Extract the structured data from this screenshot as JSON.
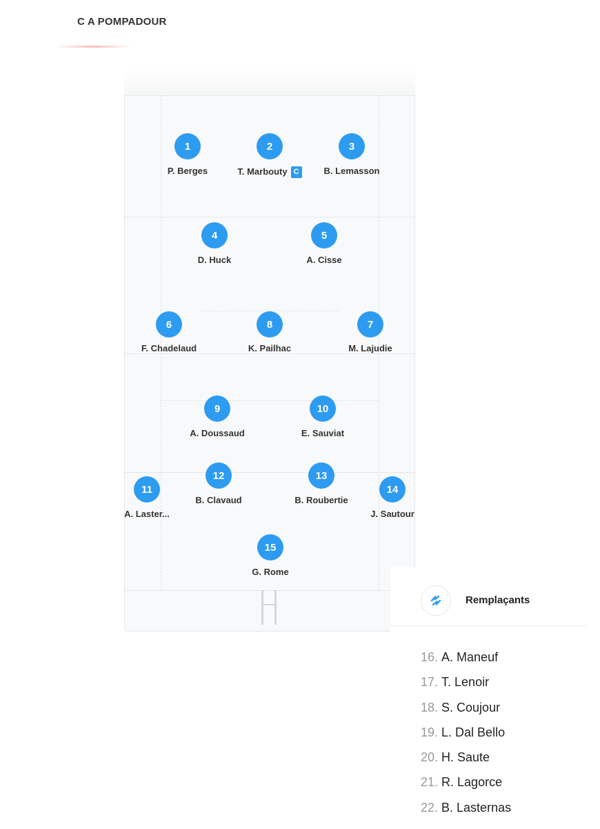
{
  "team": {
    "name": "C A POMPADOUR"
  },
  "colors": {
    "accent": "#2d9bf0",
    "text": "#333333"
  },
  "captain_badge": "C",
  "players": [
    {
      "number": "1",
      "name": "P. Berges"
    },
    {
      "number": "2",
      "name": "T. Marbouty",
      "captain": true
    },
    {
      "number": "3",
      "name": "B. Lemasson"
    },
    {
      "number": "4",
      "name": "D. Huck"
    },
    {
      "number": "5",
      "name": "A. Cisse"
    },
    {
      "number": "6",
      "name": "F. Chadelaud"
    },
    {
      "number": "7",
      "name": "M. Lajudie"
    },
    {
      "number": "8",
      "name": "K. Pailhac"
    },
    {
      "number": "9",
      "name": "A. Doussaud"
    },
    {
      "number": "10",
      "name": "E. Sauviat"
    },
    {
      "number": "11",
      "name": "A. Laster..."
    },
    {
      "number": "12",
      "name": "B. Clavaud"
    },
    {
      "number": "13",
      "name": "B. Roubertie"
    },
    {
      "number": "14",
      "name": "J. Sautour"
    },
    {
      "number": "15",
      "name": "G. Rome"
    }
  ],
  "substitutes": {
    "title": "Remplaçants",
    "icon": "substitution-arrows-icon",
    "items": [
      {
        "number": "16.",
        "name": "A. Maneuf"
      },
      {
        "number": "17.",
        "name": "T. Lenoir"
      },
      {
        "number": "18.",
        "name": "S. Coujour"
      },
      {
        "number": "19.",
        "name": "L. Dal Bello"
      },
      {
        "number": "20.",
        "name": "H. Saute"
      },
      {
        "number": "21.",
        "name": "R. Lagorce"
      },
      {
        "number": "22.",
        "name": "B. Lasternas"
      }
    ]
  }
}
